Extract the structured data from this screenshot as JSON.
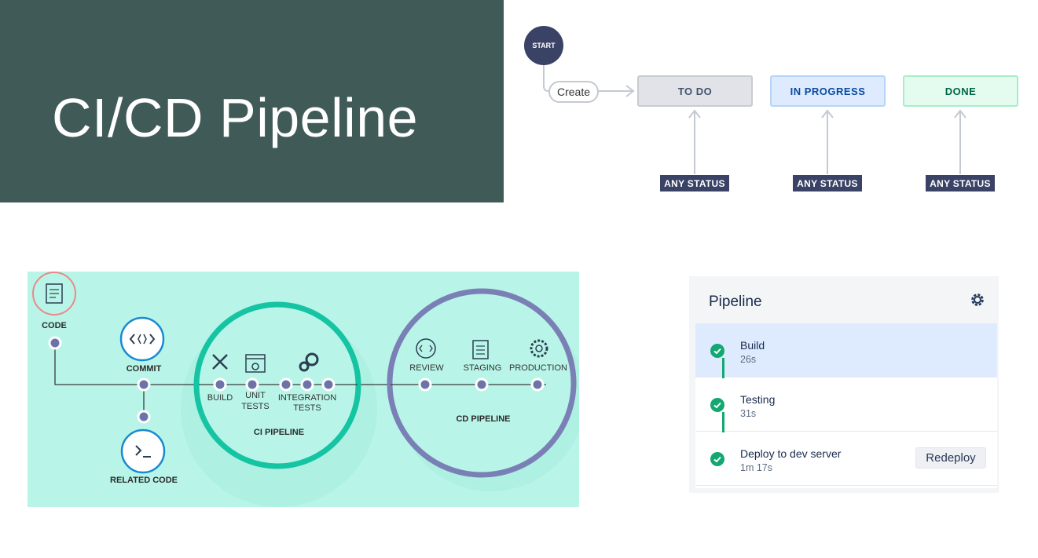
{
  "title": "CI/CD Pipeline",
  "workflow": {
    "start": "START",
    "create": "Create",
    "statuses": [
      "TO DO",
      "IN PROGRESS",
      "DONE"
    ],
    "any_status": "ANY STATUS",
    "colors": {
      "todo": "#e2e3e8",
      "in_progress": "#deebff",
      "done": "#e3fcef",
      "badge": "#3a4366"
    }
  },
  "infographic": {
    "code": "CODE",
    "commit": "COMMIT",
    "related_code": "RELATED CODE",
    "build": "BUILD",
    "unit_tests_1": "UNIT",
    "unit_tests_2": "TESTS",
    "integration_1": "INTEGRATION",
    "integration_2": "TESTS",
    "ci_pipeline": "CI PIPELINE",
    "review": "REVIEW",
    "staging": "STAGING",
    "production": "PRODUCTION",
    "cd_pipeline": "CD PIPELINE",
    "colors": {
      "background": "#b8f5e8",
      "ci_ring": "#15c4a3",
      "cd_ring": "#7a80b5"
    }
  },
  "pipeline_panel": {
    "title": "Pipeline",
    "steps": [
      {
        "name": "Build",
        "duration": "26s",
        "active": true
      },
      {
        "name": "Testing",
        "duration": "31s",
        "active": false
      },
      {
        "name": "Deploy to dev server",
        "duration": "1m 17s",
        "active": false
      }
    ],
    "redeploy_label": "Redeploy",
    "colors": {
      "success": "#13a872",
      "active_row": "#deebff"
    }
  }
}
